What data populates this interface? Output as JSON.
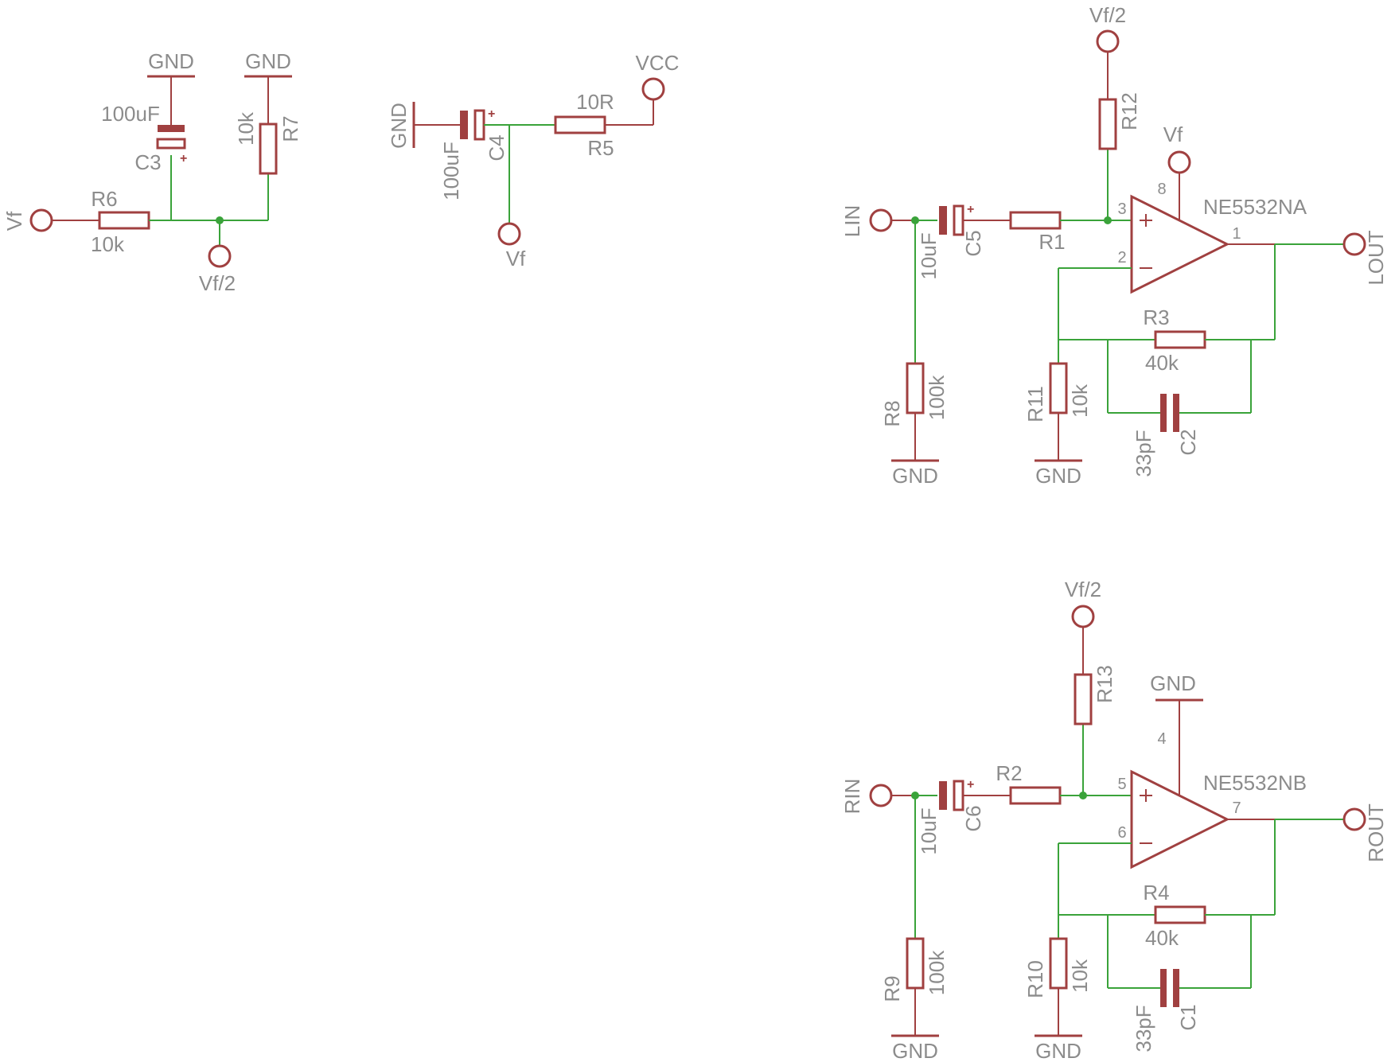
{
  "schematic": {
    "nets": {
      "gnd": "GND",
      "vcc": "VCC",
      "vf": "Vf",
      "vf_half": "Vf/2",
      "lin": "LIN",
      "lout": "LOUT",
      "rin": "RIN",
      "rout": "ROUT"
    },
    "bias_divider": {
      "c3": {
        "name": "C3",
        "value": "100uF"
      },
      "r6": {
        "name": "R6",
        "value": "10k"
      },
      "r7": {
        "name": "R7",
        "value": "10k"
      }
    },
    "supply_filter": {
      "c4": {
        "name": "C4",
        "value": "100uF"
      },
      "r5": {
        "name": "R5",
        "value": "10R"
      }
    },
    "left_channel": {
      "opamp": "NE5532NA",
      "pins": {
        "in_plus": "3",
        "in_minus": "2",
        "out": "1",
        "supply": "8"
      },
      "c5": {
        "name": "C5",
        "value": "10uF"
      },
      "r1": {
        "name": "R1"
      },
      "r12": {
        "name": "R12"
      },
      "r8": {
        "name": "R8",
        "value": "100k"
      },
      "r3": {
        "name": "R3",
        "value": "40k"
      },
      "r11": {
        "name": "R11",
        "value": "10k"
      },
      "c2": {
        "name": "C2",
        "value": "33pF"
      }
    },
    "right_channel": {
      "opamp": "NE5532NB",
      "pins": {
        "in_plus": "5",
        "in_minus": "6",
        "out": "7",
        "supply": "4"
      },
      "c6": {
        "name": "C6",
        "value": "10uF"
      },
      "r2": {
        "name": "R2"
      },
      "r13": {
        "name": "R13"
      },
      "r9": {
        "name": "R9",
        "value": "100k"
      },
      "r4": {
        "name": "R4",
        "value": "40k"
      },
      "r10": {
        "name": "R10",
        "value": "10k"
      },
      "c1": {
        "name": "C1",
        "value": "33pF"
      }
    }
  }
}
